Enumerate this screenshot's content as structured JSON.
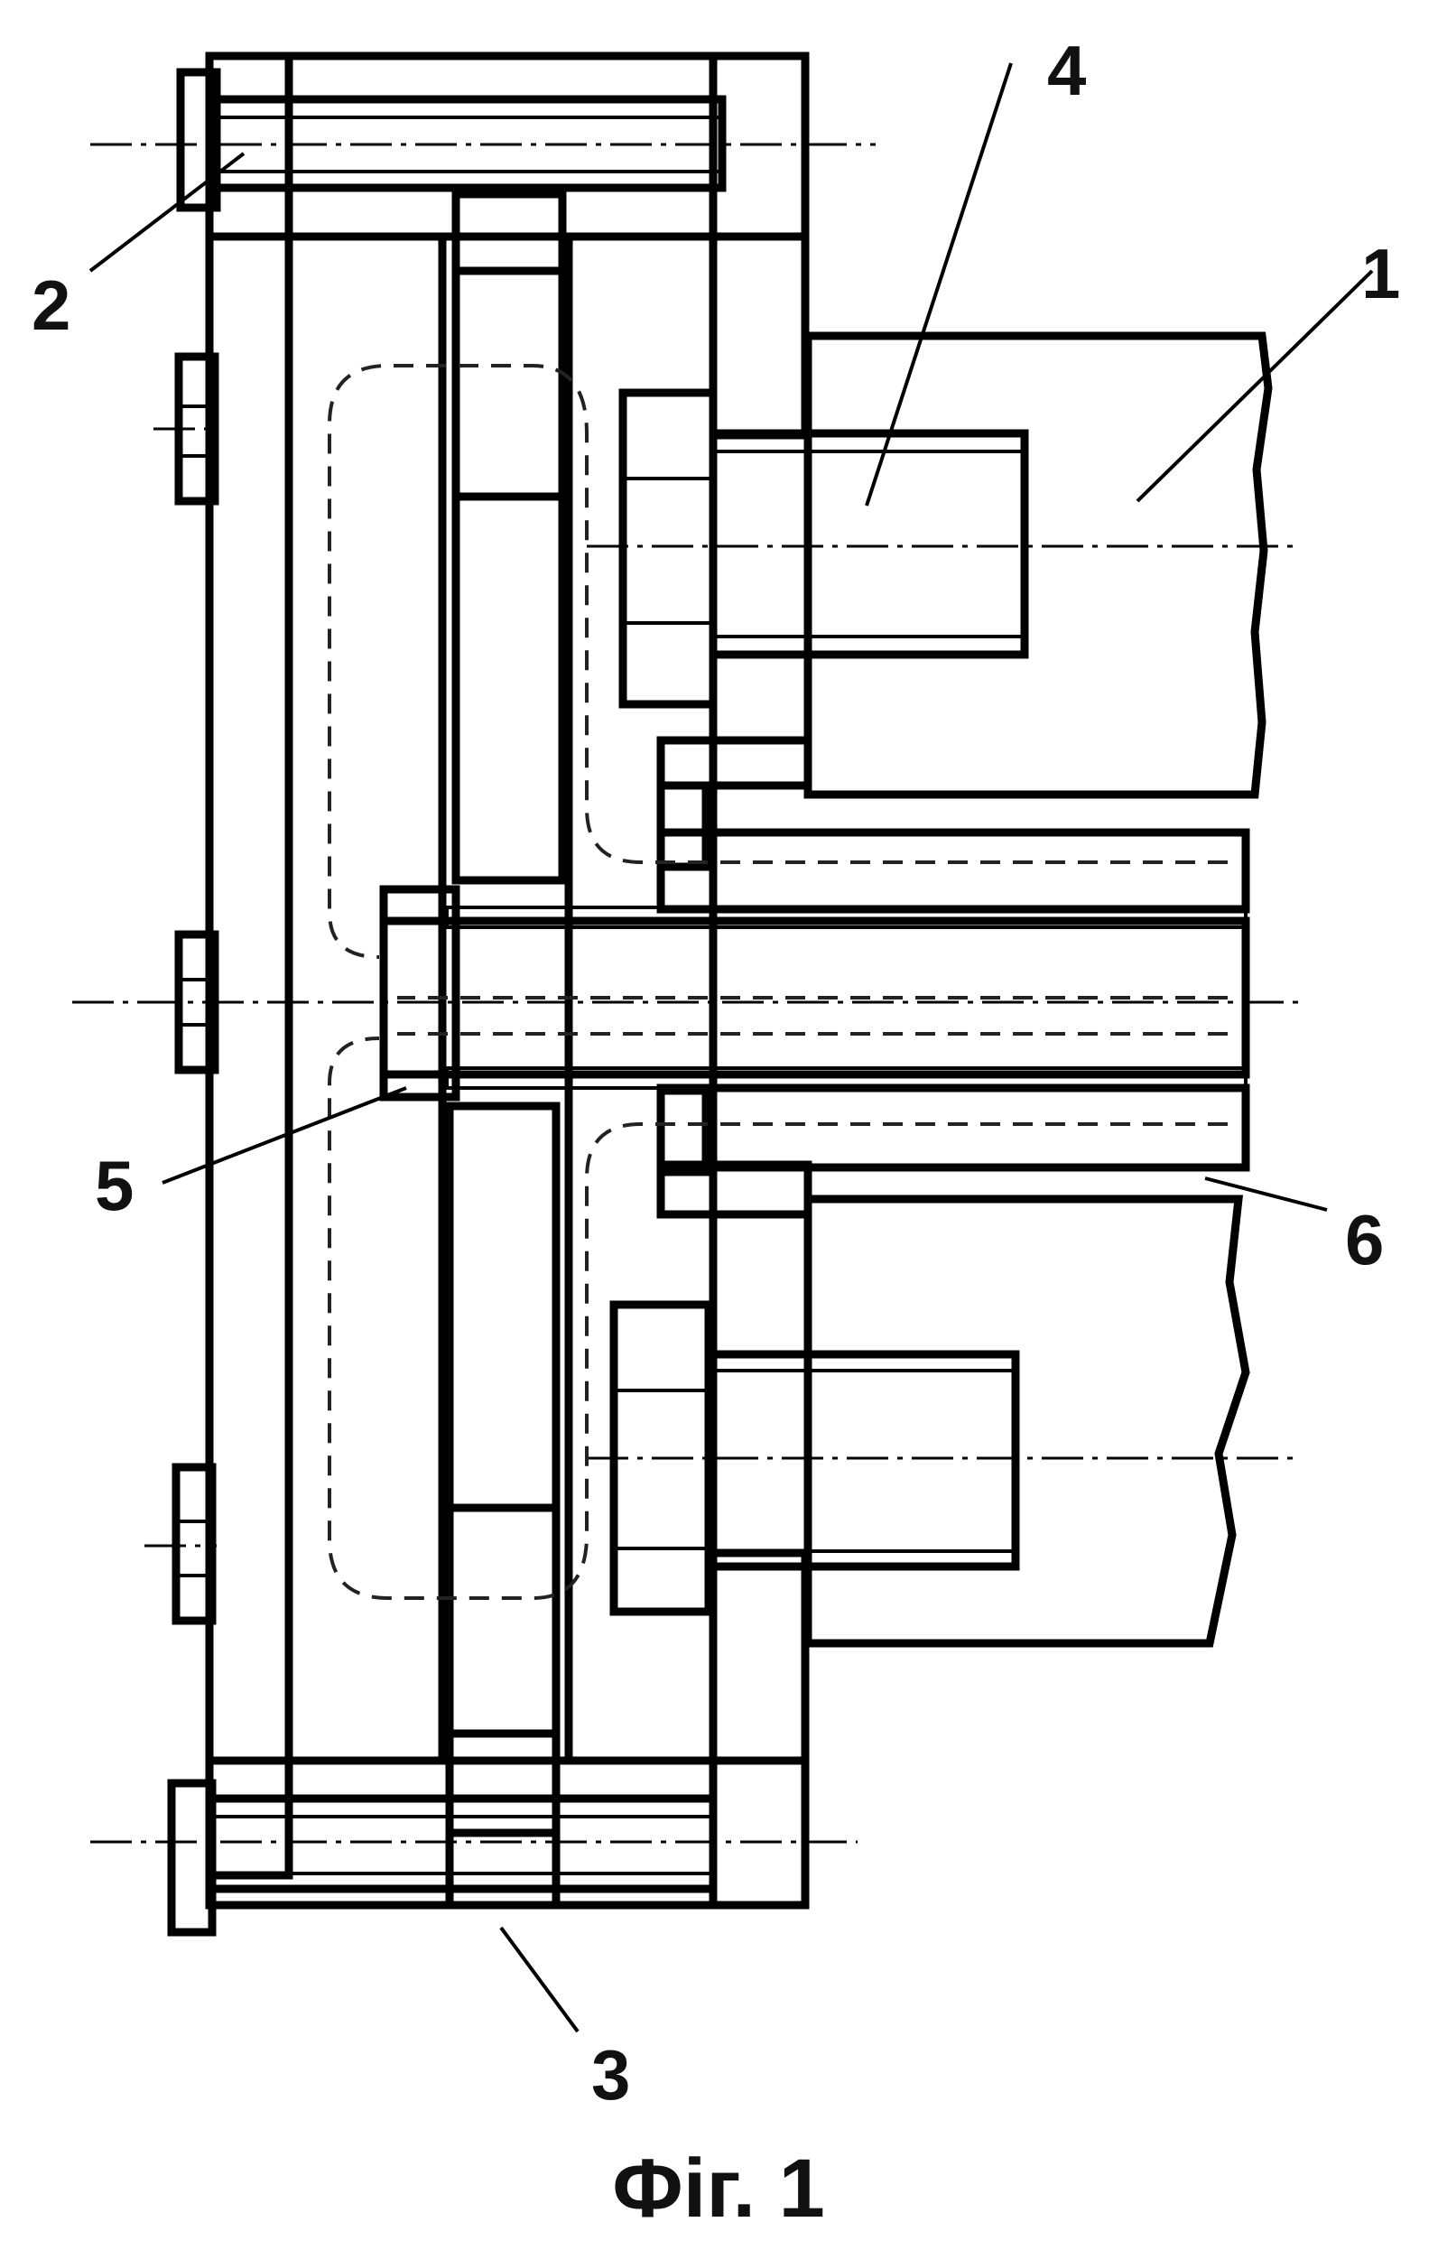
{
  "figure": {
    "caption": "Фіг. 1",
    "callouts": {
      "label_1": "1",
      "label_2": "2",
      "label_3": "3",
      "label_4": "4",
      "label_5": "5",
      "label_6": "6"
    }
  },
  "colors": {
    "ink": "#000000",
    "hatch": "#555555",
    "paper": "#ffffff"
  }
}
